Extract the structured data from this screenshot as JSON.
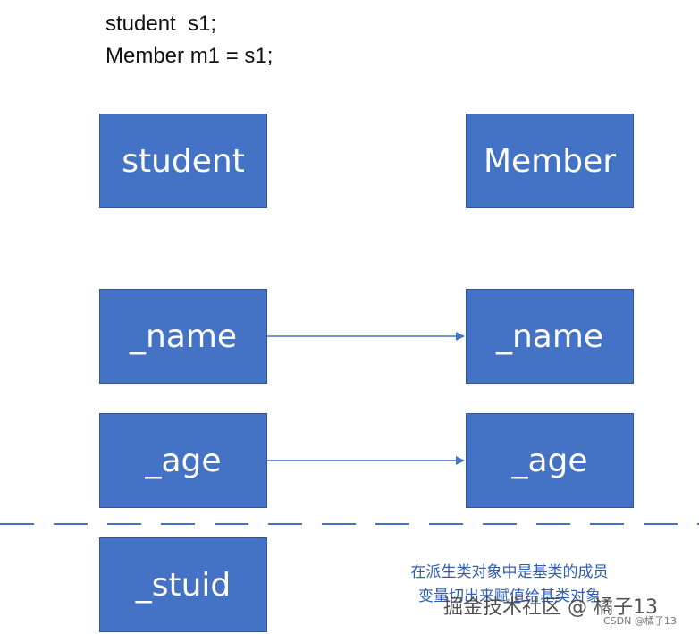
{
  "code": {
    "line1": "student  s1;",
    "line2": "Member m1 = s1;"
  },
  "boxes": {
    "student": "student",
    "member": "Member",
    "name_left": "_name",
    "name_right": "_name",
    "age_left": "_age",
    "age_right": "_age",
    "stuid": "_stuid"
  },
  "caption": {
    "line1": "在派生类对象中是基类的成员",
    "line2": "变量切出来赋值给基类对象"
  },
  "watermark": {
    "main": "掘金技术社区 @ 橘子13",
    "csdn": "CSDN @橘子13"
  },
  "colors": {
    "box_fill": "#4472c4",
    "arrow": "#4472c4",
    "caption": "#2f5fb3"
  }
}
